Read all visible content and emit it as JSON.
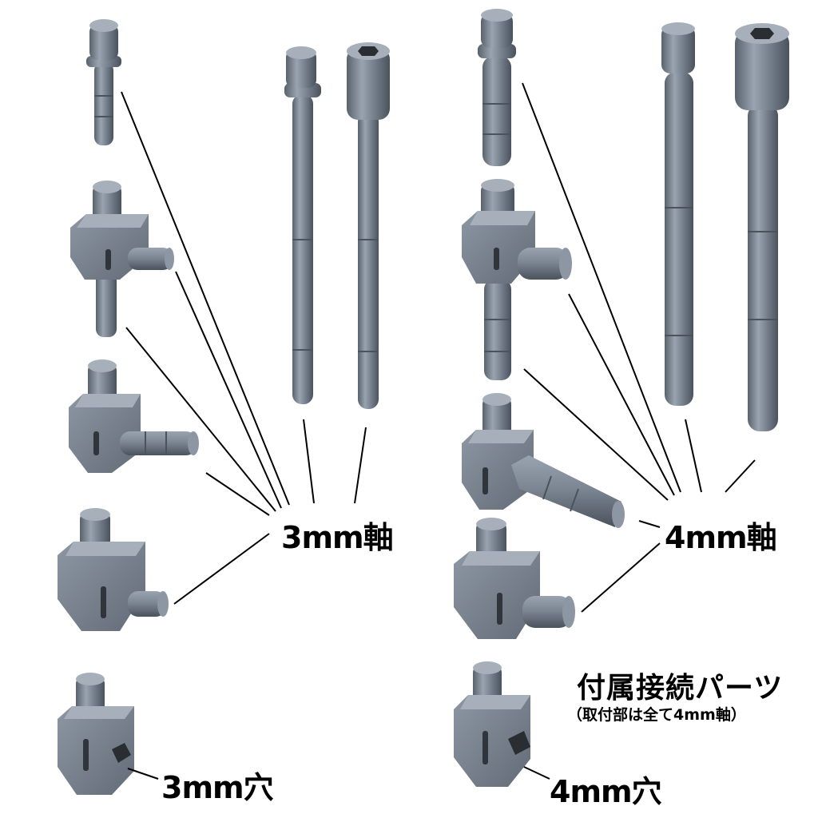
{
  "labels": {
    "axis3": "3mm軸",
    "axis4": "4mm軸",
    "hole3": "3mm穴",
    "hole4": "4mm穴",
    "title": "付属接続パーツ",
    "subtitle": "（取付部は全て4mm軸）"
  },
  "colors": {
    "background": "#ffffff",
    "part_mid": "#6e7885",
    "part_light": "#9aa4b0",
    "part_dark": "#4a525c",
    "leader": "#000000"
  }
}
